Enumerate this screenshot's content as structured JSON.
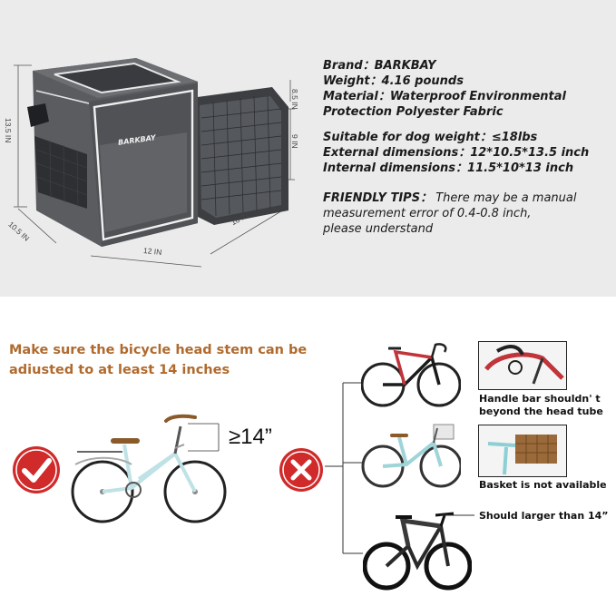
{
  "product": {
    "brand_line": "Brand：BARKBAY",
    "weight_line": "Weight：4.16 pounds",
    "material_line1": "Material：Waterproof Environmental",
    "material_line2": "Protection Polyester Fabric",
    "suitable_line": "Suitable for dog weight：≤18lbs",
    "external_line": "External  dimensions：12*10.5*13.5 inch",
    "internal_line": "Internal dimensions：11.5*10*13 inch",
    "tip_label": "FRIENDLY TIPS：",
    "tip_line1_rest": " There may be a manual",
    "tip_line2": "measurement error of 0.4-0.8 inch,",
    "tip_line3": "please understand",
    "bag_logo": "BARKBAY"
  },
  "dimensions": {
    "height": "13.5 IN",
    "depth": "10.5 IN",
    "width": "12 IN",
    "extension_length": "10 IN",
    "extension_top": "8.5 IN",
    "extension_side": "9 IN"
  },
  "bicycle_section": {
    "headline_line1": "Make sure the bicycle head stem can be",
    "headline_line2": "adiusted to at least 14 inches",
    "stem_measure": "≥14”",
    "caption_handlebar_line1": "Handle bar shouldn' t",
    "caption_handlebar_line2": "beyond the head tube",
    "caption_basket": "Basket is not available",
    "caption_larger": "Should larger than 14”"
  },
  "colors": {
    "panel_bg": "#ebebeb",
    "headline": "#b06a2e",
    "check_red": "#d02a2a",
    "bag_gray": "#5a5c60"
  }
}
